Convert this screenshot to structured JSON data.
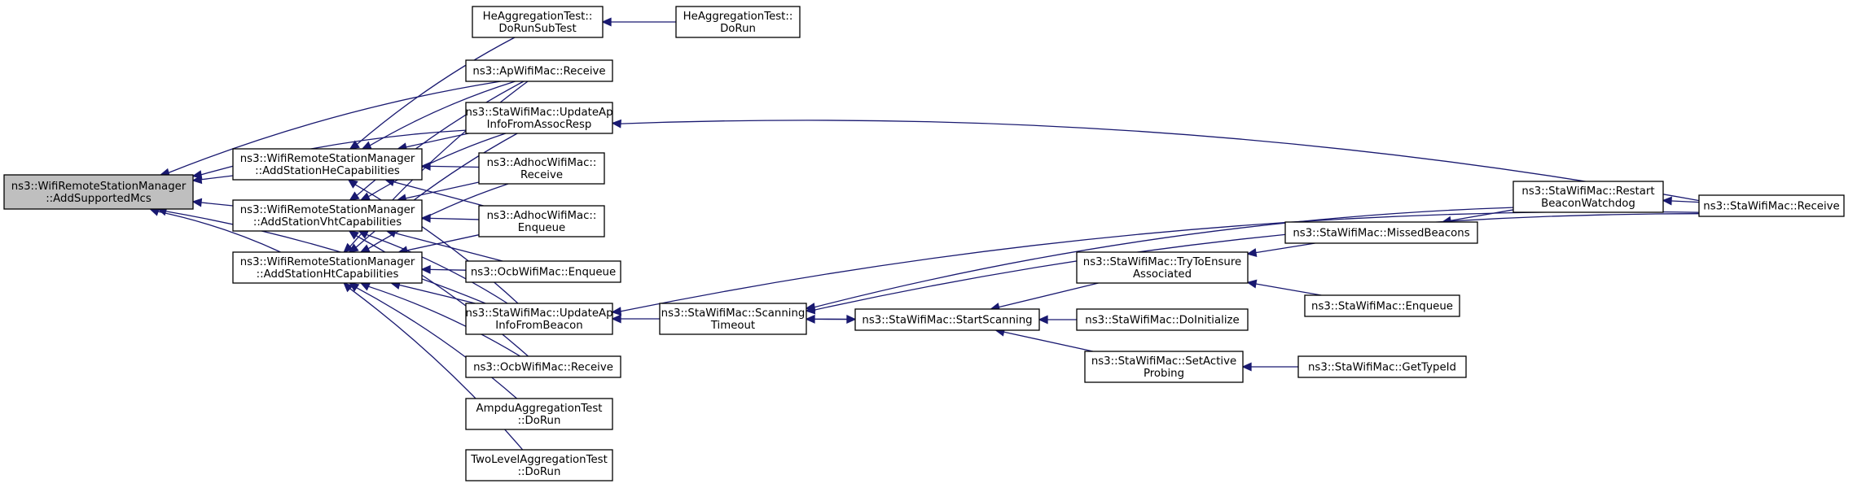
{
  "graph": {
    "root": "ns3::WifiRemoteStationManager\n::AddSupportedMcs",
    "nodes": {
      "root": "ns3::WifiRemoteStationManager\n::AddSupportedMcs",
      "he_cap": "ns3::WifiRemoteStationManager\n::AddStationHeCapabilities",
      "vht_cap": "ns3::WifiRemoteStationManager\n::AddStationVhtCapabilities",
      "ht_cap": "ns3::WifiRemoteStationManager\n::AddStationHtCapabilities",
      "he_agg_sub": "HeAggregationTest::\nDoRunSubTest",
      "he_agg_run": "HeAggregationTest::\nDoRun",
      "ap_recv": "ns3::ApWifiMac::Receive",
      "upd_assoc": "ns3::StaWifiMac::UpdateAp\nInfoFromAssocResp",
      "adhoc_recv": "ns3::AdhocWifiMac::\nReceive",
      "adhoc_enq": "ns3::AdhocWifiMac::\nEnqueue",
      "ocb_enq": "ns3::OcbWifiMac::Enqueue",
      "upd_beacon": "ns3::StaWifiMac::UpdateAp\nInfoFromBeacon",
      "ocb_recv": "ns3::OcbWifiMac::Receive",
      "ampdu": "AmpduAggregationTest\n::DoRun",
      "twolevel": "TwoLevelAggregationTest\n::DoRun",
      "scan_timeout": "ns3::StaWifiMac::Scanning\nTimeout",
      "start_scan": "ns3::StaWifiMac::StartScanning",
      "try_assoc": "ns3::StaWifiMac::TryToEnsure\nAssociated",
      "do_init": "ns3::StaWifiMac::DoInitialize",
      "set_active": "ns3::StaWifiMac::SetActive\nProbing",
      "missed": "ns3::StaWifiMac::MissedBeacons",
      "sta_enq": "ns3::StaWifiMac::Enqueue",
      "get_type": "ns3::StaWifiMac::GetTypeId",
      "restart": "ns3::StaWifiMac::Restart\nBeaconWatchdog",
      "sta_recv": "ns3::StaWifiMac::Receive"
    },
    "edges": [
      [
        "root",
        "he_cap"
      ],
      [
        "root",
        "vht_cap"
      ],
      [
        "root",
        "ht_cap"
      ],
      [
        "root",
        "ap_recv"
      ],
      [
        "root",
        "upd_assoc"
      ],
      [
        "root",
        "upd_beacon"
      ],
      [
        "he_cap",
        "he_agg_sub"
      ],
      [
        "he_cap",
        "ap_recv"
      ],
      [
        "he_cap",
        "upd_assoc"
      ],
      [
        "he_cap",
        "adhoc_recv"
      ],
      [
        "he_cap",
        "adhoc_enq"
      ],
      [
        "he_cap",
        "upd_beacon"
      ],
      [
        "vht_cap",
        "ap_recv"
      ],
      [
        "vht_cap",
        "upd_assoc"
      ],
      [
        "vht_cap",
        "adhoc_recv"
      ],
      [
        "vht_cap",
        "adhoc_enq"
      ],
      [
        "vht_cap",
        "ocb_enq"
      ],
      [
        "vht_cap",
        "upd_beacon"
      ],
      [
        "vht_cap",
        "ocb_recv"
      ],
      [
        "ht_cap",
        "ap_recv"
      ],
      [
        "ht_cap",
        "upd_assoc"
      ],
      [
        "ht_cap",
        "adhoc_recv"
      ],
      [
        "ht_cap",
        "adhoc_enq"
      ],
      [
        "ht_cap",
        "ocb_enq"
      ],
      [
        "ht_cap",
        "upd_beacon"
      ],
      [
        "ht_cap",
        "ocb_recv"
      ],
      [
        "ht_cap",
        "ampdu"
      ],
      [
        "ht_cap",
        "twolevel"
      ],
      [
        "he_agg_sub",
        "he_agg_run"
      ],
      [
        "upd_assoc",
        "sta_recv"
      ],
      [
        "upd_beacon",
        "sta_recv"
      ],
      [
        "upd_beacon",
        "scan_timeout"
      ],
      [
        "scan_timeout",
        "start_scan"
      ],
      [
        "scan_timeout",
        "restart"
      ],
      [
        "scan_timeout",
        "sta_recv"
      ],
      [
        "start_scan",
        "scan_timeout"
      ],
      [
        "start_scan",
        "try_assoc"
      ],
      [
        "start_scan",
        "do_init"
      ],
      [
        "start_scan",
        "set_active"
      ],
      [
        "try_assoc",
        "missed"
      ],
      [
        "try_assoc",
        "sta_enq"
      ],
      [
        "set_active",
        "get_type"
      ],
      [
        "missed",
        "restart"
      ],
      [
        "restart",
        "sta_recv"
      ]
    ]
  }
}
